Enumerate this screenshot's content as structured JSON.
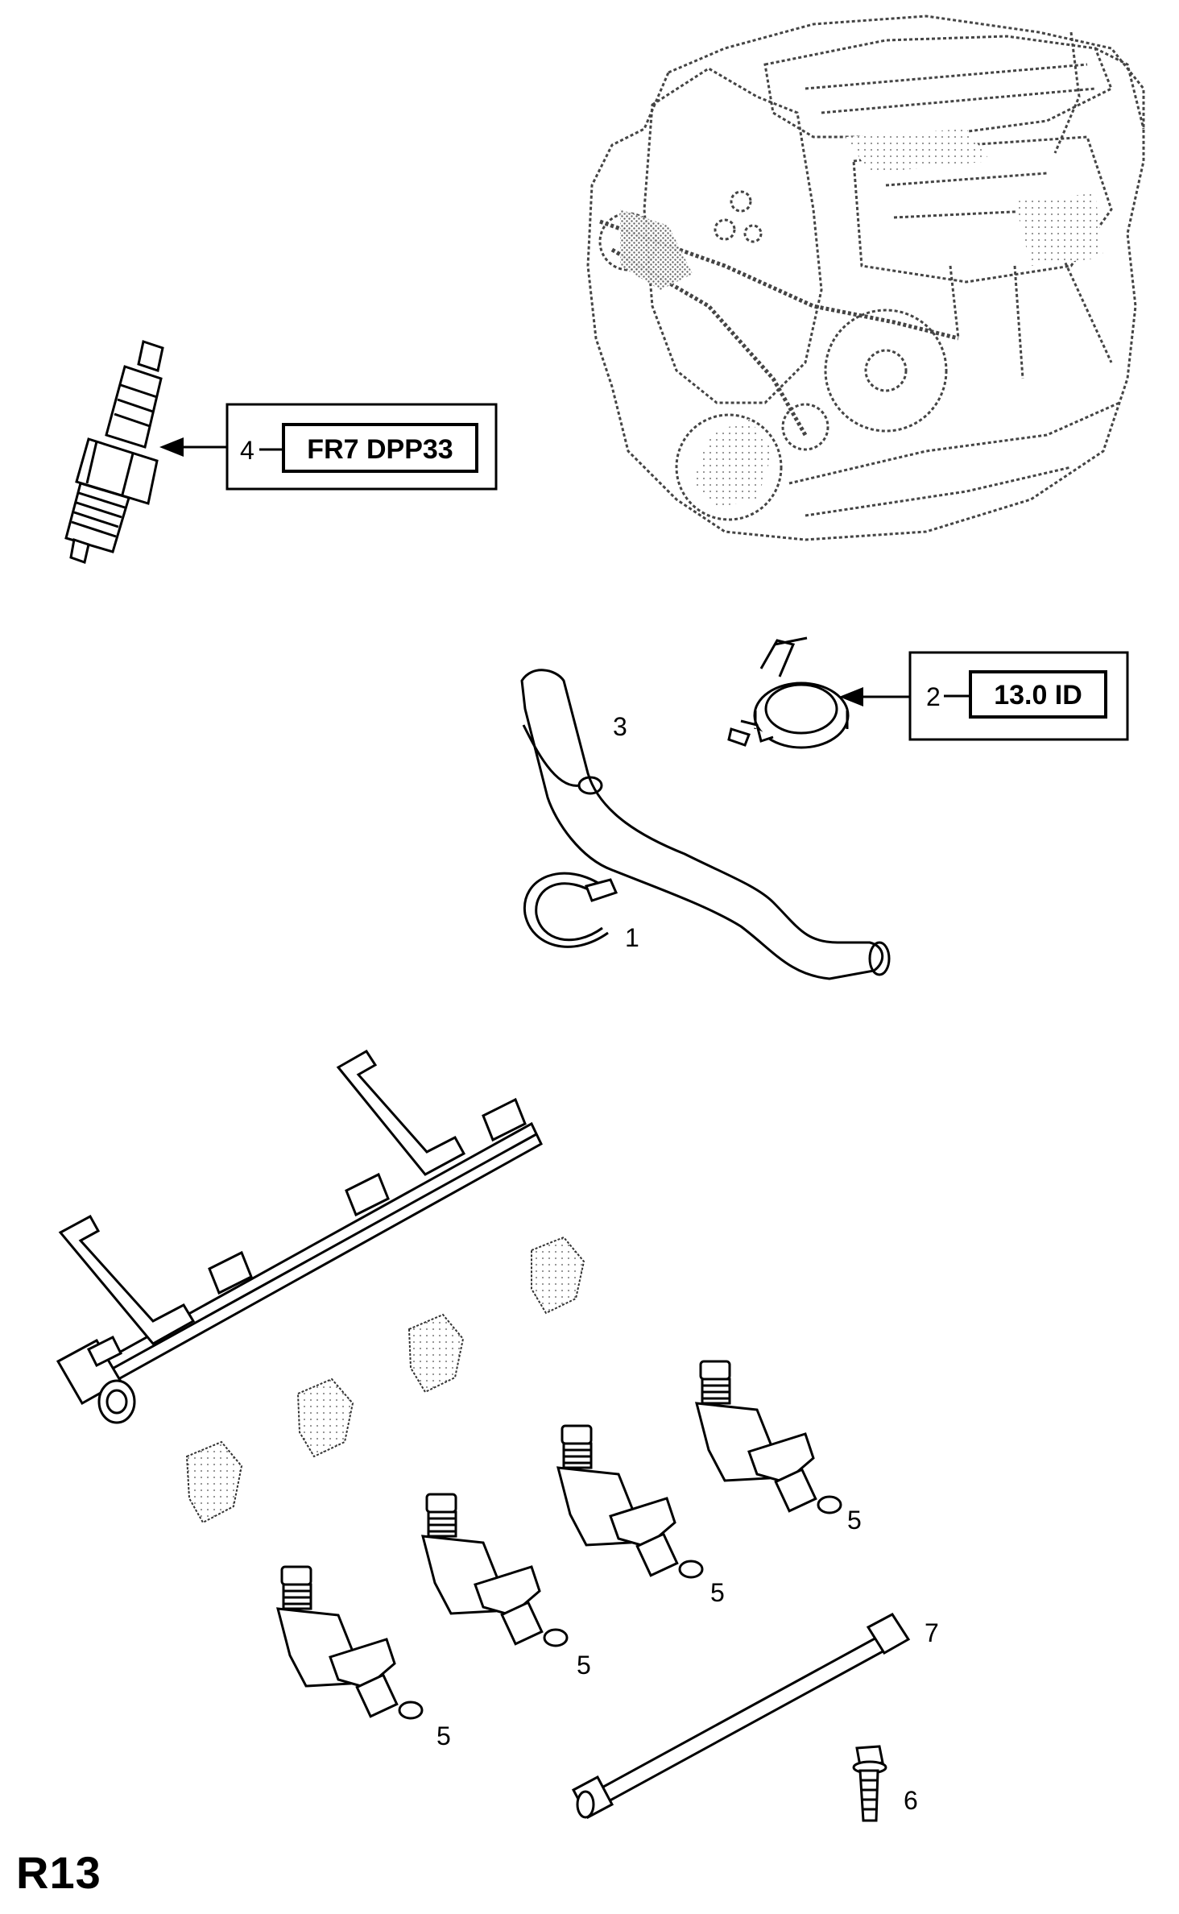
{
  "sheet_code": "R13",
  "callouts": [
    {
      "number": "4",
      "spec": "FR7 DPP33"
    },
    {
      "number": "2",
      "spec": "13.0 ID"
    }
  ],
  "part_labels": {
    "hose": "3",
    "clip": "1",
    "injector_1": "5",
    "injector_2": "5",
    "injector_3": "5",
    "injector_4": "5",
    "fuel_pipe": "7",
    "bolt": "6"
  }
}
